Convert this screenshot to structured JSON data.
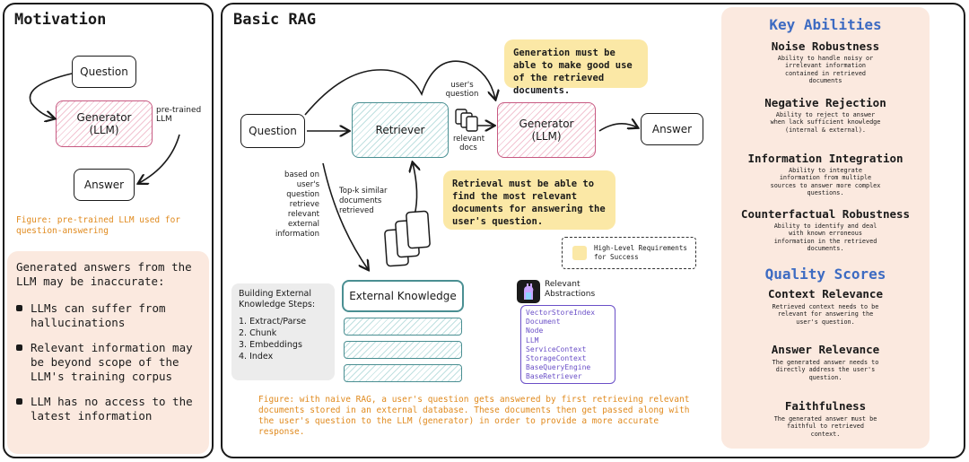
{
  "motivation": {
    "title": "Motivation",
    "question": "Question",
    "generator": "Generator (LLM)",
    "answer": "Answer",
    "pretrained": "pre-trained LLM",
    "figure": "Figure: pre-trained LLM used for question-answering",
    "inaccurate_heading": "Generated answers from the LLM may be inaccurate:",
    "bullets": [
      "LLMs can suffer from hallucinations",
      "Relevant information may be beyond scope of the LLM's training corpus",
      "LLM has no access to the latest information"
    ]
  },
  "rag": {
    "title": "Basic RAG",
    "question": "Question",
    "retriever": "Retriever",
    "generator": "Generator (LLM)",
    "answer": "Answer",
    "users_question": "user's question",
    "relevant_docs": "relevant docs",
    "based_on": "based on user's question retrieve relevant external information",
    "topk": "Top-k similar documents retrieved",
    "note_generation": "Generation must be able to make good use of the retrieved documents.",
    "note_retrieval": "Retrieval must be able to find the most relevant documents for answering the user's question.",
    "legend": "High-Level Requirements for Success",
    "external_knowledge": "External Knowledge",
    "building_title": "Building External Knowledge Steps:",
    "steps": [
      "1. Extract/Parse",
      "2. Chunk",
      "3. Embeddings",
      "4. Index"
    ],
    "abstractions_title": "Relevant Abstractions",
    "abstractions": [
      "VectorStoreIndex",
      "Document",
      "Node",
      "LLM",
      "ServiceContext",
      "StorageContext",
      "BaseQueryEngine",
      "BaseRetriever"
    ],
    "figure": "Figure: with naive RAG, a user's question gets answered by first retrieving relevant documents stored in an external database. These documents then get passed along with the user's question to the LLM (generator) in order to provide a more accurate response."
  },
  "key_abilities": {
    "title": "Key Abilities",
    "items": [
      {
        "name": "Noise Robustness",
        "desc": "Ability to handle noisy or irrelevant information contained in retrieved documents"
      },
      {
        "name": "Negative Rejection",
        "desc": "Ability to reject to answer when lack sufficient knowledge (internal & external)."
      },
      {
        "name": "Information Integration",
        "desc": "Ability to integrate information from multiple sources to answer more complex questions."
      },
      {
        "name": "Counterfactual Robustness",
        "desc": "Ability to identify and deal with known erroneous information in the retrieved documents."
      }
    ]
  },
  "quality_scores": {
    "title": "Quality Scores",
    "items": [
      {
        "name": "Context Relevance",
        "desc": "Retrieved context needs to be relevant for answering the user's question."
      },
      {
        "name": "Answer Relevance",
        "desc": "The generated answer needs to directly address the user's question."
      },
      {
        "name": "Faithfulness",
        "desc": "The generated answer must be faithful to retrieved context."
      }
    ]
  },
  "colors": {
    "note": "#fbe8a6",
    "peach": "#fbe9df",
    "blue": "#3d6bc2",
    "orange": "#e08a1e",
    "purple": "#6a4fc7"
  }
}
